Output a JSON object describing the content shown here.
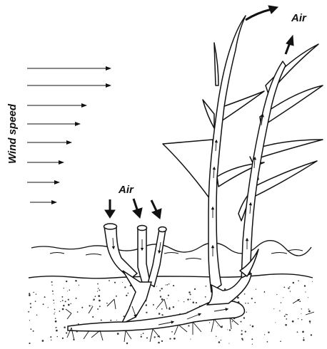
{
  "labels": {
    "air_top": "Air",
    "air_left": "Air",
    "wind_speed": "Wind speed"
  },
  "colors": {
    "ink": "#111111",
    "sediment_dots": "#333333",
    "background": "#ffffff"
  }
}
